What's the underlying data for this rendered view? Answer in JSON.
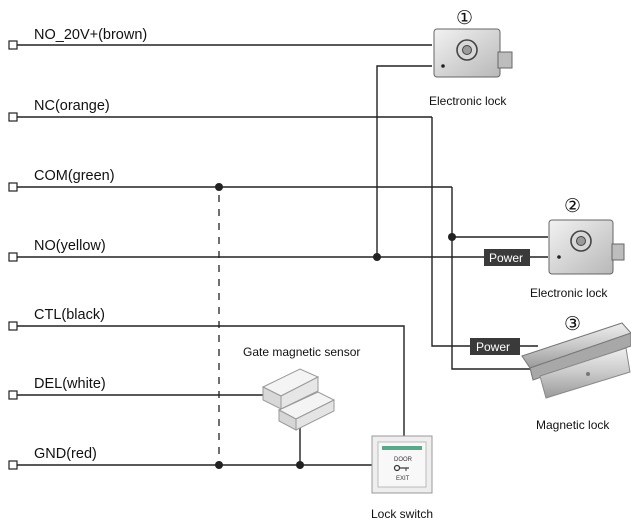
{
  "terminals": [
    {
      "label": "NO_20V+(brown)"
    },
    {
      "label": "NC(orange)"
    },
    {
      "label": "COM(green)"
    },
    {
      "label": "NO(yellow)"
    },
    {
      "label": "CTL(black)"
    },
    {
      "label": "DEL(white)"
    },
    {
      "label": "GND(red)"
    }
  ],
  "devices": {
    "lock1": {
      "marker": "①",
      "caption": "Electronic lock"
    },
    "lock2": {
      "marker": "②",
      "caption": "Electronic lock"
    },
    "maglock": {
      "marker": "③",
      "caption": "Magnetic lock"
    },
    "sensor": {
      "caption": "Gate magnetic sensor"
    },
    "switch": {
      "caption": "Lock switch",
      "plate_text_1": "DOOR",
      "plate_text_2": "EXIT"
    }
  },
  "power_labels": [
    "Power",
    "Power"
  ]
}
